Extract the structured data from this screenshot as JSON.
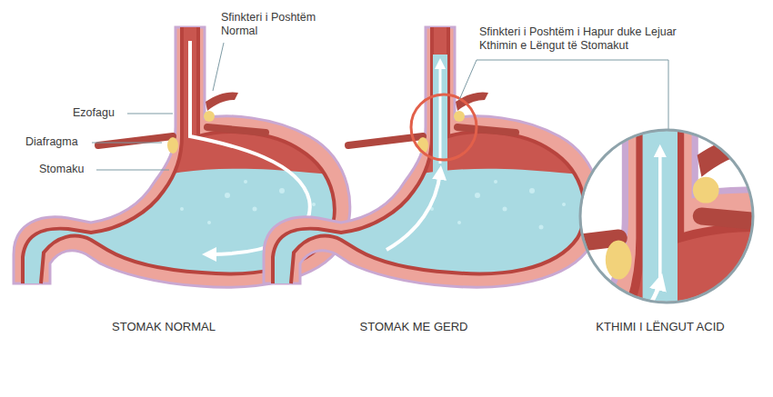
{
  "diagram": {
    "labels": [
      "Sfinkteri i Poshtëm Normal",
      "Ezofagu",
      "Diafragma",
      "Stomaku",
      "Sfinkteri i Poshtëm i Hapur duke Lejuar Kthimin e Lëngut të Stomakut",
      "STOMAK NORMAL",
      "STOMAK ME GERD",
      "KTHIMI I LËNGUT ACID"
    ]
  }
}
